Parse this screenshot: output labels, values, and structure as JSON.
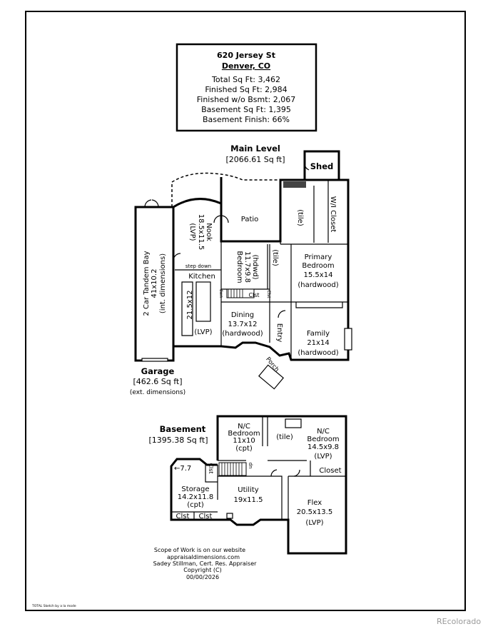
{
  "info_box": {
    "address": "620 Jersey St",
    "city": "Denver, CO",
    "lines": [
      "Total Sq Ft: 3,462",
      "Finished Sq Ft: 2,984",
      "Finished w/o Bsmt: 2,067",
      "Basement Sq Ft: 1,395",
      "Basement Finish: 66%"
    ]
  },
  "main_level": {
    "title": "Main Level",
    "area": "[2066.61 Sq ft]",
    "rooms": {
      "shed": "Shed",
      "patio": "Patio",
      "wi_closet": "W/I Closet",
      "bath_tile": "(tile)",
      "nook": [
        "Nook",
        "18.5x11.5",
        "(LVP)"
      ],
      "step_down": "step down",
      "kitchen": [
        "Kitchen",
        "21.5x12",
        "(LVP)"
      ],
      "bedroom": [
        "Bedroom",
        "11.7x9.8",
        "(hdwd)"
      ],
      "hall_tile": "(tile)",
      "primary": [
        "Primary",
        "Bedroom",
        "15.5x14",
        "(hardwood)"
      ],
      "clst1": "Clst",
      "clst2": "Clst",
      "dwn": "dwn",
      "dining": [
        "Dining",
        "13.7x12",
        "(hardwood)"
      ],
      "entry": "Entry",
      "family": [
        "Family",
        "21x14",
        "(hardwood)"
      ],
      "porch": "Porch",
      "garage_bay": [
        "2 Car Tandem Bay",
        "41x10.2",
        "(int. dimensions)"
      ]
    }
  },
  "garage": {
    "title": "Garage",
    "area": "[462.6 Sq ft]",
    "note": "(ext. dimensions)"
  },
  "basement": {
    "title": "Basement",
    "area": "[1395.38 Sq ft]",
    "rooms": {
      "nc_bed1": [
        "N/C",
        "Bedroom",
        "11x10",
        "(cpt)"
      ],
      "tile": "(tile)",
      "nc_bed2": [
        "N/C",
        "Bedroom",
        "14.5x9.8",
        "(LVP)"
      ],
      "closet": "Closet",
      "dim": "7.7",
      "clst_top": "Clst",
      "dn": "dn",
      "storage": [
        "Storage",
        "14.2x11.8",
        "(cpt)"
      ],
      "utility": [
        "Utility",
        "19x11.5"
      ],
      "flex": [
        "Flex",
        "20.5x13.5",
        "(LVP)"
      ],
      "clst_a": "Clst",
      "clst_b": "Clst"
    }
  },
  "credits": [
    "Scope of Work is on our website",
    "appraisaldimensions.com",
    "Sadey Stillman, Cert. Res. Appraiser",
    "Copyright (C)",
    "00/00/2026"
  ],
  "footer_note": "TOTAL Sketch by a la mode",
  "watermark": "REcolorado"
}
